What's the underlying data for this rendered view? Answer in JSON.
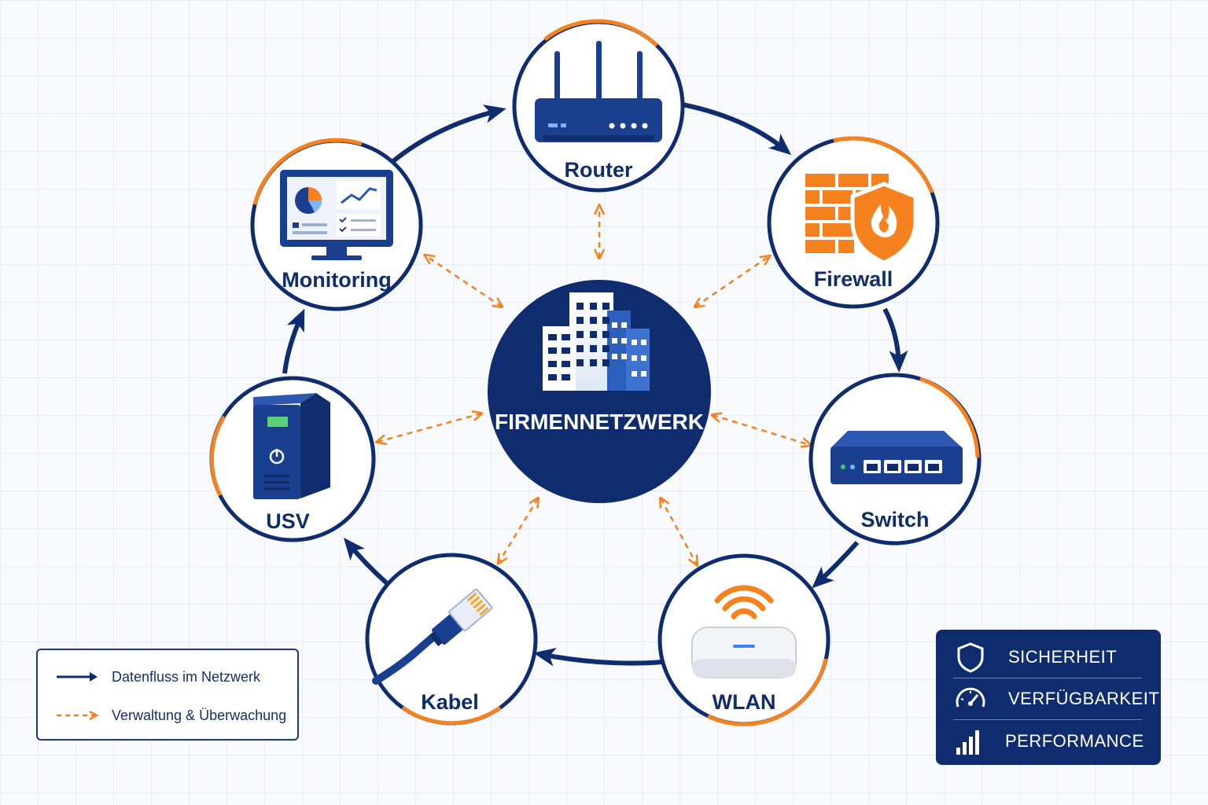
{
  "hub": {
    "label": "FIRMENNETZWERK",
    "icon": "office-building-icon"
  },
  "nodes": [
    {
      "id": "router",
      "label": "Router",
      "icon": "router-icon"
    },
    {
      "id": "firewall",
      "label": "Firewall",
      "icon": "firewall-icon"
    },
    {
      "id": "switch",
      "label": "Switch",
      "icon": "switch-icon"
    },
    {
      "id": "wlan",
      "label": "WLAN",
      "icon": "wifi-access-point-icon"
    },
    {
      "id": "kabel",
      "label": "Kabel",
      "icon": "ethernet-cable-icon"
    },
    {
      "id": "usv",
      "label": "USV",
      "icon": "ups-icon"
    },
    {
      "id": "monitoring",
      "label": "Monitoring",
      "icon": "monitor-dashboard-icon"
    }
  ],
  "legend": {
    "data_flow": "Datenfluss im Netzwerk",
    "management": "Verwaltung & Überwachung"
  },
  "features": [
    {
      "label": "SICHERHEIT",
      "icon": "shield-icon"
    },
    {
      "label": "VERFÜGBARKEIT",
      "icon": "speedometer-icon"
    },
    {
      "label": "PERFORMANCE",
      "icon": "bar-chart-icon"
    }
  ],
  "colors": {
    "navy": "#0f2d6e",
    "orange": "#f5821f",
    "background": "#f8fafd"
  }
}
